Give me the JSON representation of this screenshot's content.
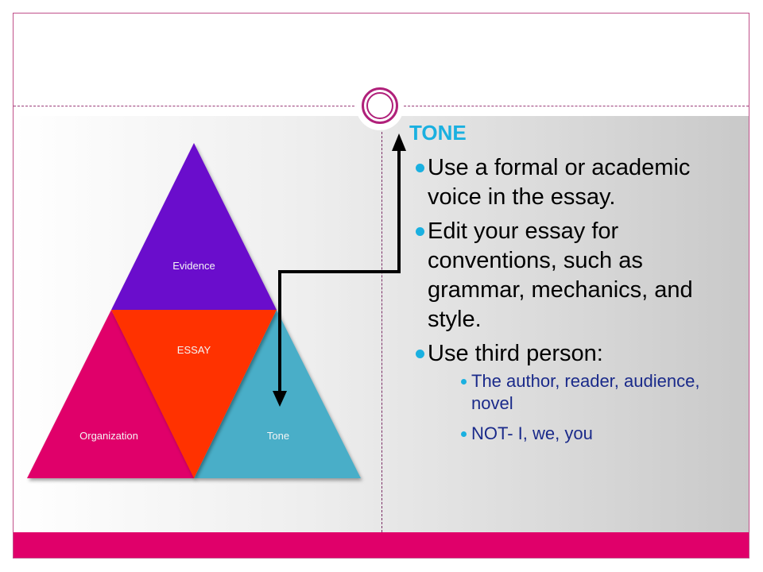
{
  "slide": {
    "title": "TONE",
    "bullets": [
      {
        "text": "Use a formal or academic voice in the essay."
      },
      {
        "text": "Edit your essay for conventions, such as grammar, mechanics, and style."
      },
      {
        "text": "Use third person:",
        "sub_bullets": [
          {
            "text": "The author, reader, audience, novel"
          },
          {
            "text": "NOT- I, we, you"
          }
        ]
      }
    ]
  },
  "diagram": {
    "segments": [
      {
        "label": "Evidence",
        "color": "#6a0fcc"
      },
      {
        "label": "ESSAY",
        "color": "#ff3300"
      },
      {
        "label": "Organization",
        "color": "#e0006a"
      },
      {
        "label": "Tone",
        "color": "#4aaec8"
      }
    ]
  },
  "theme": {
    "accent": "#e0006a",
    "title_color": "#1ab0e0",
    "sub_bullet_color": "#1a2a8a"
  }
}
